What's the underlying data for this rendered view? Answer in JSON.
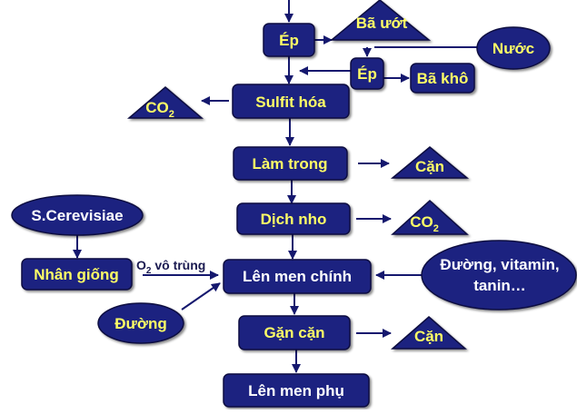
{
  "colors": {
    "box_fill": "#1f2380",
    "box_stroke": "#0b0d40",
    "arrow": "#15186e",
    "text_yellow": "#ffff66",
    "text_white": "#ffffff"
  },
  "nodes": {
    "ep1": "Ép",
    "ba_uot": "Bã ướt",
    "nuoc": "Nước",
    "ep2": "Ép",
    "ba_kho": "Bã khô",
    "sulfit_hoa": "Sulfit hóa",
    "co2_left_main": "CO",
    "co2_left_sub": "2",
    "lam_trong": "Làm trong",
    "can_1": "Cặn",
    "s_cerevisiae": "S.Cerevisiae",
    "dich_nho": "Dịch nho",
    "co2_right_main": "CO",
    "co2_right_sub": "2",
    "nhan_giong": "Nhân giống",
    "o2_main": "O",
    "o2_sub": "2",
    "o2_rest": " vô trùng",
    "len_men_chinh": "Lên men chính",
    "duong_vitamin_line1": "Đường, vitamin,",
    "duong_vitamin_line2": "tanin…",
    "duong": "Đường",
    "gan_can": "Gặn cặn",
    "can_2": "Cặn",
    "len_men_phu": "Lên men phụ"
  }
}
